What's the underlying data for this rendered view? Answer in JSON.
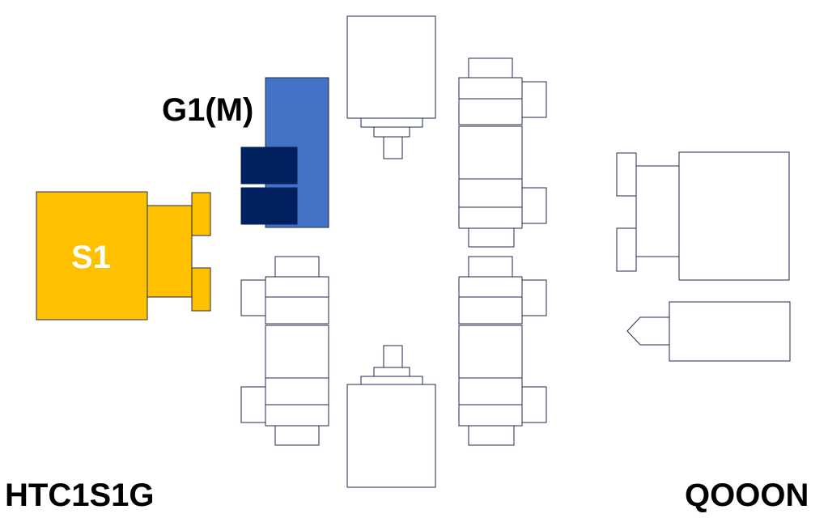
{
  "labels": {
    "g1": "G1(M)",
    "s1": "S1",
    "bottom_left": "HTC1S1G",
    "bottom_right": "QOOON"
  },
  "colors": {
    "stroke": "#1f2a4d",
    "outline_fill": "#ffffff",
    "s1_fill": "#ffc000",
    "g1_fill": "#4472c4",
    "g1_tab_fill": "#002060",
    "text_dark": "#000000",
    "text_light": "#ffffff"
  }
}
